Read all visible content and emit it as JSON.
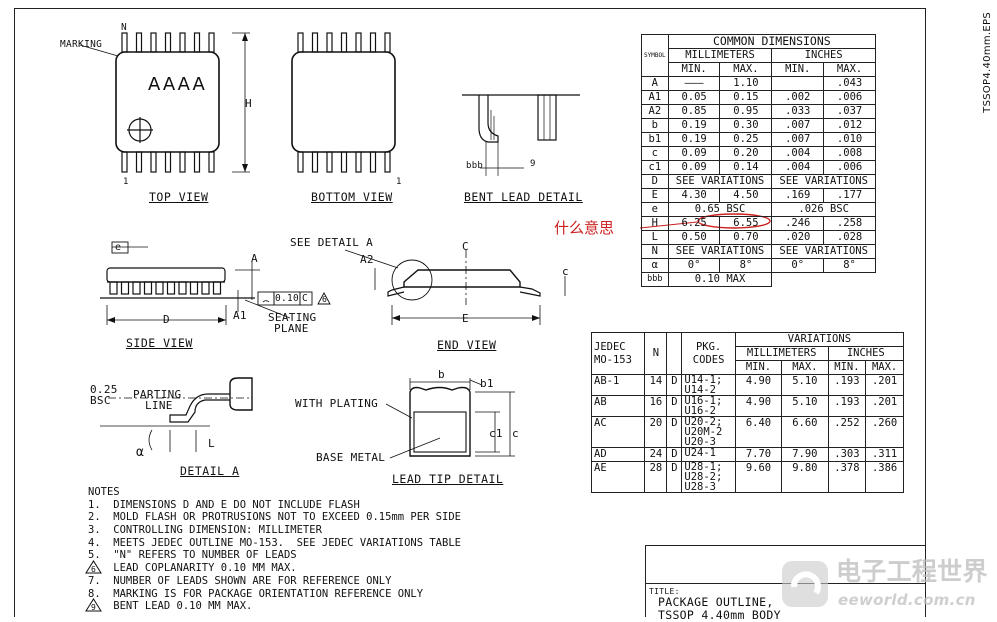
{
  "side_label": "TSSOP4.40mm.EPS",
  "annotation": "什么意思",
  "views": {
    "top": "TOP VIEW",
    "bottom": "BOTTOM VIEW",
    "bent": "BENT LEAD DETAIL",
    "side": "SIDE VIEW",
    "end": "END VIEW",
    "detail_a": "DETAIL A",
    "lead_tip": "LEAD TIP DETAIL"
  },
  "labels": {
    "marking": "MARKING",
    "n": "N",
    "aaaa": "AAAA",
    "h": "H",
    "one_top": "1",
    "one_bottom": "1",
    "bbb": "bbb",
    "nine": "9",
    "see_detail": "SEE DETAIL A",
    "e": "e",
    "a_side": "A",
    "a1": "A1",
    "d": "D",
    "tol": "0.10",
    "c_box": "C",
    "six": "6",
    "seating1": "SEATING",
    "seating2": "PLANE",
    "a2": "A2",
    "cl": "C",
    "c_end": "c",
    "e_big": "E",
    "bsc025a": "0.25",
    "bsc025b": "BSC",
    "parting1": "PARTING",
    "parting2": "LINE",
    "l": "L",
    "alpha": "α",
    "b": "b",
    "b1": "b1",
    "with_plating": "WITH PLATING",
    "base_metal": "BASE METAL",
    "c1": "c1",
    "c_tip": "c"
  },
  "common": {
    "title": "COMMON DIMENSIONS",
    "sym_hdr": "SYMBOL",
    "mm": "MILLIMETERS",
    "in": "INCHES",
    "min": "MIN.",
    "max": "MAX.",
    "rows": [
      [
        "A",
        "———",
        "1.10",
        "",
        ".043"
      ],
      [
        "A1",
        "0.05",
        "0.15",
        ".002",
        ".006"
      ],
      [
        "A2",
        "0.85",
        "0.95",
        ".033",
        ".037"
      ],
      [
        "b",
        "0.19",
        "0.30",
        ".007",
        ".012"
      ],
      [
        "b1",
        "0.19",
        "0.25",
        ".007",
        ".010"
      ],
      [
        "c",
        "0.09",
        "0.20",
        ".004",
        ".008"
      ],
      [
        "c1",
        "0.09",
        "0.14",
        ".004",
        ".006"
      ]
    ],
    "d_sym": "D",
    "see_var": "SEE VARIATIONS",
    "rows2": [
      [
        "E",
        "4.30",
        "4.50",
        ".169",
        ".177"
      ]
    ],
    "e_sym": "e",
    "e_mm": "0.65 BSC",
    "e_in": ".026 BSC",
    "rows3": [
      [
        "H",
        "6.25",
        "6.55",
        ".246",
        ".258"
      ],
      [
        "L",
        "0.50",
        "0.70",
        ".020",
        ".028"
      ]
    ],
    "n_sym": "N",
    "alpha_sym": "α",
    "alpha_vals": [
      "0°",
      "8°",
      "0°",
      "8°"
    ],
    "bbb_sym": "bbb",
    "bbb_val": "0.10 MAX"
  },
  "variations": {
    "title": "VARIATIONS",
    "jedec": "JEDEC",
    "mo": "MO-153",
    "n": "N",
    "pkg1": "PKG.",
    "pkg2": "CODES",
    "mm": "MILLIMETERS",
    "in": "INCHES",
    "min": "MIN.",
    "max": "MAX.",
    "rows": [
      {
        "id": "AB-1",
        "n": "14",
        "d": "D",
        "codes": [
          "U14-1;",
          "U14-2"
        ],
        "mmin": "4.90",
        "mmax": "5.10",
        "imin": ".193",
        "imax": ".201"
      },
      {
        "id": "AB",
        "n": "16",
        "d": "D",
        "codes": [
          "U16-1;",
          "U16-2"
        ],
        "mmin": "4.90",
        "mmax": "5.10",
        "imin": ".193",
        "imax": ".201"
      },
      {
        "id": "AC",
        "n": "20",
        "d": "D",
        "codes": [
          "U20-2;",
          "U20M-2",
          "U20-3"
        ],
        "mmin": "6.40",
        "mmax": "6.60",
        "imin": ".252",
        "imax": ".260"
      },
      {
        "id": "AD",
        "n": "24",
        "d": "D",
        "codes": [
          "U24-1"
        ],
        "mmin": "7.70",
        "mmax": "7.90",
        "imin": ".303",
        "imax": ".311"
      },
      {
        "id": "AE",
        "n": "28",
        "d": "D",
        "codes": [
          "U28-1;",
          "U28-2;",
          "U28-3"
        ],
        "mmin": "9.60",
        "mmax": "9.80",
        "imin": ".378",
        "imax": ".386"
      }
    ]
  },
  "notes": {
    "title": "NOTES",
    "items": [
      "1.  DIMENSIONS D AND E DO NOT INCLUDE FLASH",
      "2.  MOLD FLASH OR PROTRUSIONS NOT TO EXCEED 0.15mm PER SIDE",
      "3.  CONTROLLING DIMENSION: MILLIMETER",
      "4.  MEETS JEDEC OUTLINE MO-153.  SEE JEDEC VARIATIONS TABLE",
      "5.  \"N\" REFERS TO NUMBER OF LEADS",
      "    LEAD COPLANARITY 0.10 MM MAX.",
      "7.  NUMBER OF LEADS SHOWN ARE FOR REFERENCE ONLY",
      "8.  MARKING IS FOR PACKAGE ORIENTATION REFERENCE ONLY",
      "    BENT LEAD 0.10 MM MAX."
    ],
    "flag6": "6",
    "flag9": "9"
  },
  "title_block": {
    "label": "TITLE:",
    "line1": "PACKAGE OUTLINE,",
    "line2": "TSSOP 4.40mm BODY"
  },
  "watermark": {
    "cn": "电子工程世界",
    "url": "eeworld.com.cn"
  }
}
